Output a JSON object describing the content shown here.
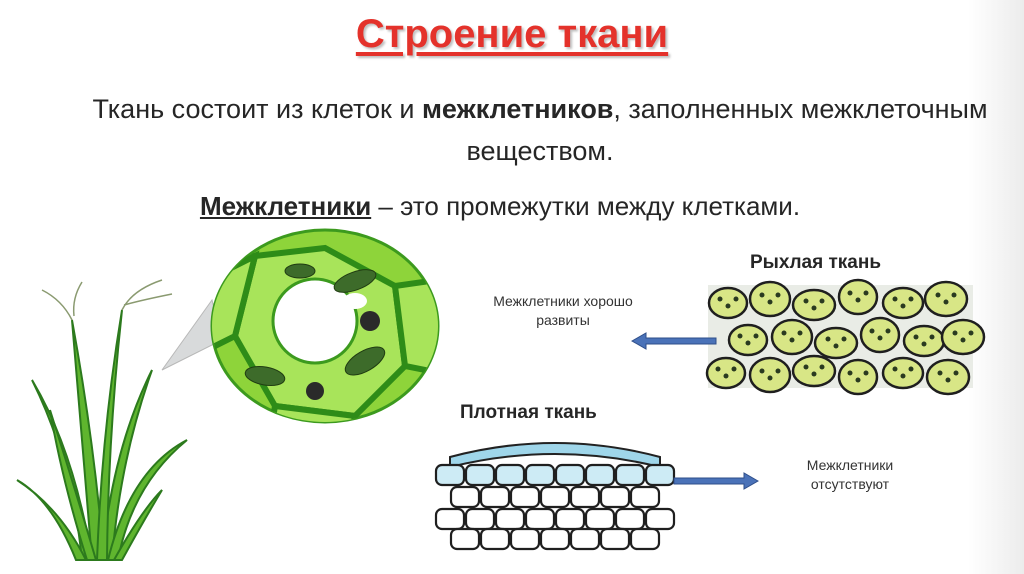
{
  "slide": {
    "title": "Строение ткани",
    "intro_part1": "Ткань состоит из клеток и ",
    "intro_bold": "межклетников",
    "intro_part2": ", заполненных межклеточным веществом.",
    "definition_term": "Межклетники",
    "definition_text": " – это промежутки между клетками.",
    "loose_tissue_label": "Рыхлая ткань",
    "loose_tissue_note": "Межклетники хорошо развиты",
    "dense_tissue_label": "Плотная ткань",
    "dense_tissue_note": "Межклетники отсутствуют"
  },
  "colors": {
    "title": "#e4322b",
    "cell_green": "#8ed43a",
    "loose_cell": "#d8e686",
    "dense_cell": "#ffffff",
    "arrow": "#4a72b8"
  }
}
